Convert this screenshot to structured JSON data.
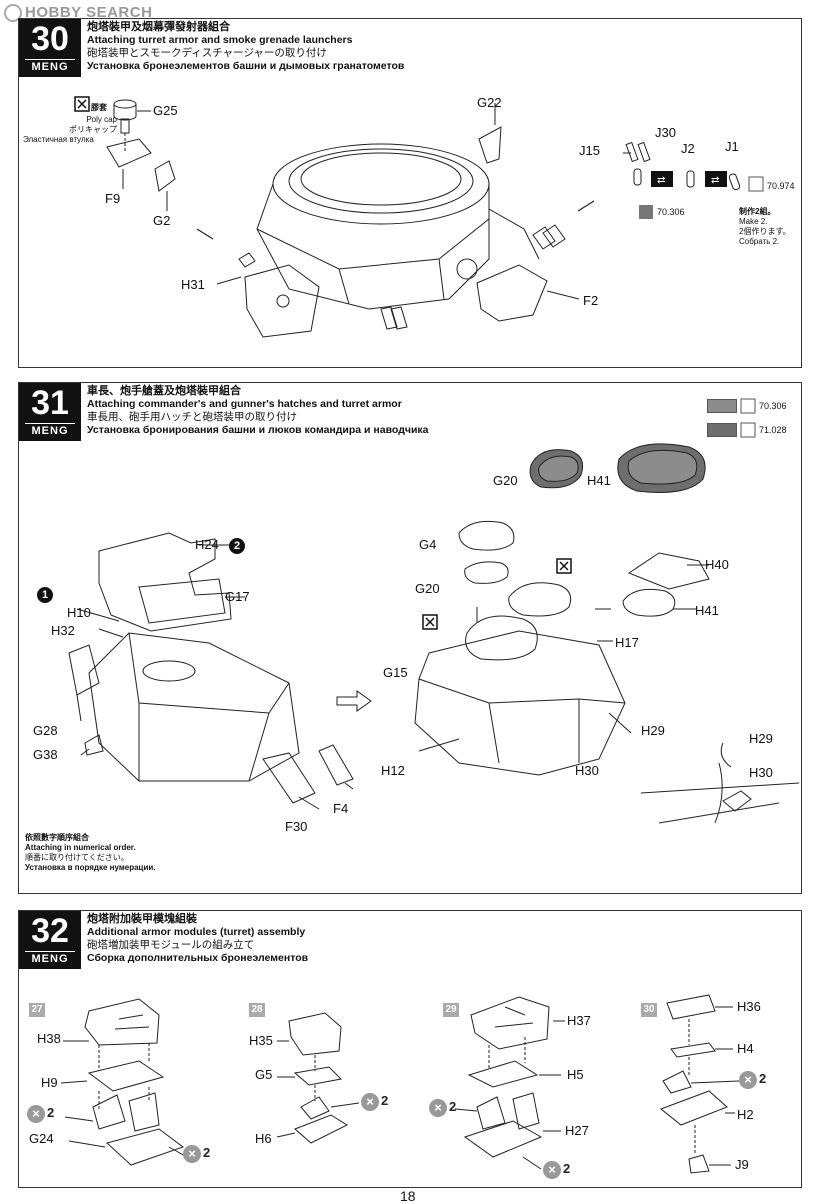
{
  "watermark": "HOBBY SEARCH",
  "brand": "MENG",
  "page_number": "18",
  "step30": {
    "number": "30",
    "titles": [
      "炮塔裝甲及烟幕彈發射器組合",
      "Attaching turret armor and smoke grenade launchers",
      "砲塔装甲とスモークディスチャージャーの取り付け",
      "Установка бронеэлементов башни и дымовых гранатометов"
    ],
    "polycap": [
      "膠套",
      "Poly cap",
      "ポリキャップ",
      "Эластичная втулка"
    ],
    "make2": [
      "制作2組。",
      "Make 2.",
      "2個作ります。",
      "Собрать 2."
    ],
    "paints": [
      "70.974",
      "70.306"
    ],
    "labels": [
      "G25",
      "F9",
      "G2",
      "G22",
      "H31",
      "F2",
      "J30",
      "J15",
      "J2",
      "J1"
    ]
  },
  "step31": {
    "number": "31",
    "titles": [
      "車長、炮手艙蓋及炮塔裝甲組合",
      "Attaching commander's and gunner's hatches and turret armor",
      "車長用、砲手用ハッチと砲塔装甲の取り付け",
      "Установка бронирования башни и люков командира и наводчика"
    ],
    "paints": [
      "70.306",
      "71.028"
    ],
    "swatch_colors": [
      "#8c8c8c",
      "#6e6e6e"
    ],
    "order_note": [
      "依照數字順序組合",
      "Attaching in numerical order.",
      "順番に取り付けてください。",
      "Установка в порядке нумерации."
    ],
    "circled": [
      "1",
      "2"
    ],
    "labels": [
      "G20",
      "H41",
      "H24",
      "G17",
      "H10",
      "H32",
      "G28",
      "G38",
      "F30",
      "F4",
      "G4",
      "G20",
      "H40",
      "H41",
      "H17",
      "G15",
      "H29",
      "H12",
      "H30",
      "H29",
      "H30"
    ]
  },
  "step32": {
    "number": "32",
    "titles": [
      "炮塔附加裝甲模塊組裝",
      "Additional armor modules (turret) assembly",
      "砲塔増加装甲モジュールの組み立て",
      "Сборка дополнительных бронеэлементов"
    ],
    "sub_steps": [
      "27",
      "28",
      "29",
      "30"
    ],
    "x2": "2",
    "labels": [
      "H38",
      "H9",
      "G24",
      "H35",
      "G5",
      "H6",
      "H37",
      "H5",
      "H27",
      "H36",
      "H4",
      "H2",
      "J9"
    ]
  }
}
